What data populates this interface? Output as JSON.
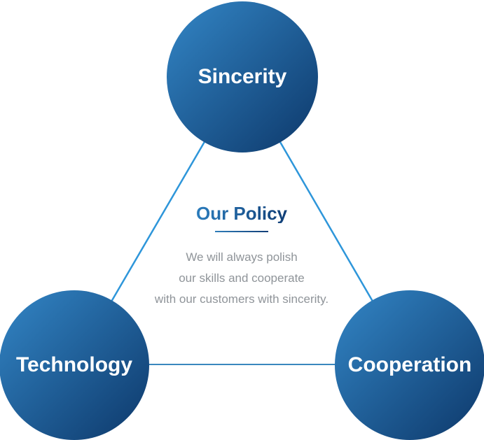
{
  "diagram": {
    "title": "Our Policy",
    "description_lines": [
      "We will always polish",
      "our skills and cooperate",
      "with our customers with sincerity."
    ],
    "nodes": [
      {
        "id": "sincerity",
        "label": "Sincerity"
      },
      {
        "id": "technology",
        "label": "Technology"
      },
      {
        "id": "cooperation",
        "label": "Cooperation"
      }
    ],
    "colors": {
      "circle_gradient_start": "#3386c6",
      "circle_gradient_end": "#0d386a",
      "diagonal_connector": "#2e96da",
      "bottom_connector": "#1e76b4",
      "title_gradient_start": "#2b7cbc",
      "title_gradient_end": "#113f77",
      "underline_gradient_start": "#2f7db9",
      "underline_gradient_end": "#123f77",
      "description_text": "#8f9499",
      "circle_label_text": "#ffffff"
    }
  }
}
